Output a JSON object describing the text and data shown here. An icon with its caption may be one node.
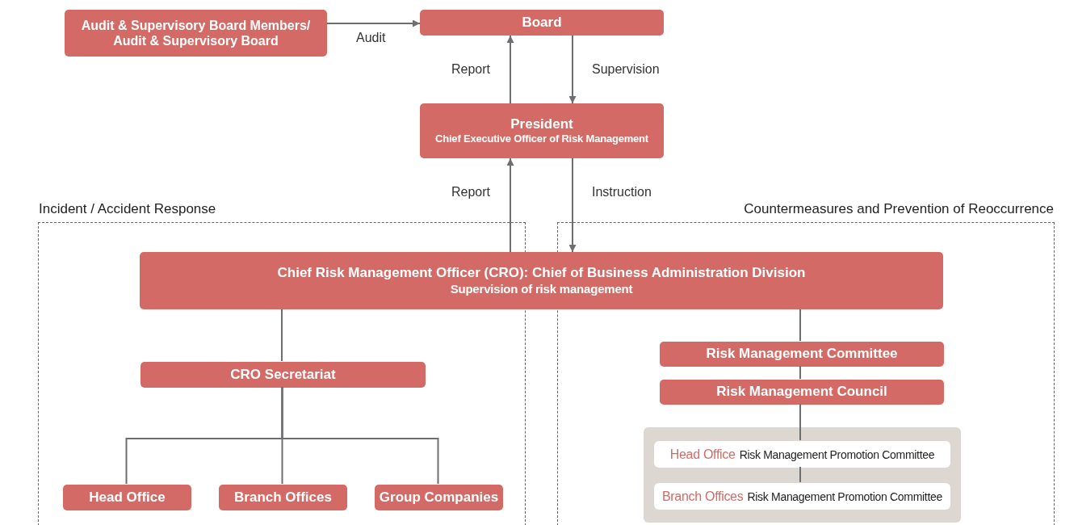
{
  "diagram": {
    "nodes": [
      {
        "text": [
          "Audit & Supervisory Board Members/ Audit & Supervisory Board"
        ]
      },
      {
        "text": [
          "Board"
        ]
      },
      {
        "text": [
          "President",
          "Chief Executive Officer of Risk Management"
        ]
      },
      {
        "text": [
          "Incident / Accident Response"
        ]
      },
      {
        "text": [
          "Countermeasures and Prevention of Reoccurrence"
        ]
      },
      {
        "text": [
          "Chief Risk Management Officer (CRO): Chief of Business Administration Division",
          "Supervision of risk management"
        ]
      },
      {
        "text": [
          "CRO Secretariat"
        ],
        "in": 3
      },
      {
        "text": [
          "Head Office"
        ],
        "in": 3
      },
      {
        "text": [
          "Branch Offices"
        ],
        "in": 3
      },
      {
        "text": [
          "Group Companies"
        ],
        "in": 3
      },
      {
        "text": [
          "Risk Management Committee"
        ],
        "in": 4
      },
      {
        "text": [
          "Risk Management Council"
        ],
        "in": 4
      },
      {
        "text": [],
        "shape": "box",
        "in": 4
      },
      {
        "text": [
          "Head Office",
          "Risk Management Promotion Committee"
        ],
        "in": 12
      },
      {
        "text": [
          "Branch Offices",
          "Risk Management Promotion Committee"
        ],
        "in": 12
      }
    ],
    "edges": [
      {
        "from": 0,
        "to": 1,
        "arrow": "to",
        "label": "Audit"
      },
      {
        "from": 2,
        "to": 1,
        "arrow": "to",
        "label": "Report"
      },
      {
        "from": 1,
        "to": 2,
        "arrow": "to",
        "label": "Supervision"
      },
      {
        "from": 5,
        "to": 2,
        "arrow": "to",
        "label": "Report"
      },
      {
        "from": 2,
        "to": 5,
        "arrow": "to",
        "label": "Instruction"
      },
      {
        "from": 5,
        "to": 6,
        "arrow": "none"
      },
      {
        "from": 6,
        "to": 7,
        "arrow": "none"
      },
      {
        "from": 6,
        "to": 8,
        "arrow": "none"
      },
      {
        "from": 6,
        "to": 9,
        "arrow": "none"
      },
      {
        "from": 5,
        "to": 10,
        "arrow": "none"
      },
      {
        "from": 10,
        "to": 11,
        "arrow": "none"
      },
      {
        "from": 11,
        "to": 13,
        "arrow": "none"
      },
      {
        "from": 13,
        "to": 14,
        "arrow": "none"
      }
    ]
  }
}
